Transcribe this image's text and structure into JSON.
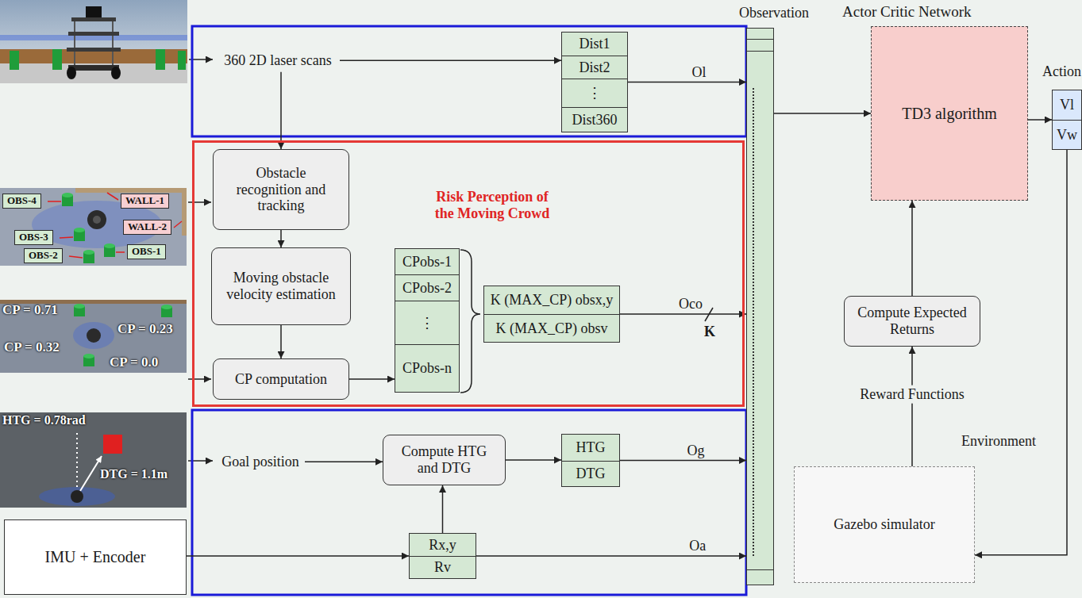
{
  "diagram": {
    "nodes": [
      {
        "text": [
          "360 2D laser scans"
        ]
      },
      {
        "text": [
          "Dist1",
          "Dist2",
          "⋮",
          "Dist360"
        ]
      },
      {
        "text": [
          "Observation"
        ]
      },
      {
        "text": [
          "Actor Critic Network",
          "TD3 algorithm"
        ]
      },
      {
        "text": [
          "Action",
          "Vl",
          "Vw"
        ]
      },
      {
        "text": [
          "Risk Perception of the Moving Crowd"
        ]
      },
      {
        "text": [
          "Obstacle recognition and tracking"
        ],
        "in": 5
      },
      {
        "text": [
          "Moving obstacle velocity estimation"
        ],
        "in": 5
      },
      {
        "text": [
          "CP computation"
        ],
        "in": 5
      },
      {
        "text": [
          "CPobs-1",
          "CPobs-2",
          "⋮",
          "CPobs-n"
        ],
        "in": 5
      },
      {
        "text": [
          "K (MAX_CP) obsx,y",
          "K (MAX_CP) obsv"
        ],
        "in": 5
      },
      {
        "text": [
          "Compute Expected Returns"
        ]
      },
      {
        "text": [
          "Environment",
          "Gazebo simulator"
        ]
      },
      {
        "text": [
          "Goal position"
        ]
      },
      {
        "text": [
          "Compute HTG and DTG"
        ]
      },
      {
        "text": [
          "HTG",
          "DTG"
        ]
      },
      {
        "text": [
          "Rx,y",
          "Rv"
        ]
      },
      {
        "text": [
          "IMU + Encoder"
        ]
      }
    ],
    "edges": [
      {
        "from": 0,
        "to": 1,
        "arrow": "to"
      },
      {
        "from": 0,
        "to": 6,
        "arrow": "to"
      },
      {
        "from": 1,
        "to": 2,
        "label": "Ol",
        "arrow": "to"
      },
      {
        "from": 6,
        "to": 7,
        "arrow": "to"
      },
      {
        "from": 7,
        "to": 8,
        "arrow": "to"
      },
      {
        "from": 8,
        "to": 9,
        "arrow": "to"
      },
      {
        "from": 10,
        "to": 2,
        "label": "Oco",
        "arrow": "to"
      },
      {
        "from": 13,
        "to": 14,
        "arrow": "to"
      },
      {
        "from": 14,
        "to": 15,
        "arrow": "to"
      },
      {
        "from": 15,
        "to": 2,
        "label": "Og",
        "arrow": "to"
      },
      {
        "from": 17,
        "to": 16,
        "arrow": "to"
      },
      {
        "from": 16,
        "to": 14,
        "arrow": "to"
      },
      {
        "from": 16,
        "to": 2,
        "label": "Oa",
        "arrow": "to"
      },
      {
        "from": 2,
        "to": 3,
        "arrow": "to"
      },
      {
        "from": 3,
        "to": 4,
        "arrow": "to"
      },
      {
        "from": 4,
        "to": 12,
        "arrow": "to"
      },
      {
        "from": 12,
        "to": 11,
        "label": "Reward Functions",
        "arrow": "to"
      },
      {
        "from": 11,
        "to": 3,
        "arrow": "to"
      }
    ],
    "labels": [
      "OBS-4",
      "WALL-1",
      "WALL-2",
      "OBS-3",
      "OBS-1",
      "OBS-2",
      "CP = 0.71",
      "CP = 0.23",
      "CP = 0.32",
      "CP = 0.0",
      "HTG = 0.78rad",
      "DTG = 1.1m",
      "K"
    ]
  }
}
